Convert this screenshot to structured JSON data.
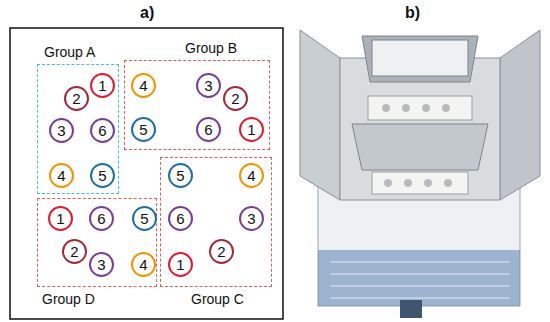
{
  "diagram": {
    "nodes": [
      {
        "text": [
          "Group A"
        ]
      },
      {
        "text": [
          "1"
        ],
        "in": 0
      },
      {
        "text": [
          "2"
        ],
        "in": 0
      },
      {
        "text": [
          "3"
        ],
        "in": 0
      },
      {
        "text": [
          "6"
        ],
        "in": 0
      },
      {
        "text": [
          "4"
        ],
        "in": 0
      },
      {
        "text": [
          "5"
        ],
        "in": 0
      },
      {
        "text": [
          "Group B"
        ]
      },
      {
        "text": [
          "4"
        ],
        "in": 7
      },
      {
        "text": [
          "3"
        ],
        "in": 7
      },
      {
        "text": [
          "2"
        ],
        "in": 7
      },
      {
        "text": [
          "5"
        ],
        "in": 7
      },
      {
        "text": [
          "6"
        ],
        "in": 7
      },
      {
        "text": [
          "1"
        ],
        "in": 7
      },
      {
        "text": [
          "Group C"
        ]
      },
      {
        "text": [
          "5"
        ],
        "in": 14
      },
      {
        "text": [
          "4"
        ],
        "in": 14
      },
      {
        "text": [
          "6"
        ],
        "in": 14
      },
      {
        "text": [
          "3"
        ],
        "in": 14
      },
      {
        "text": [
          "2"
        ],
        "in": 14
      },
      {
        "text": [
          "1"
        ],
        "in": 14
      },
      {
        "text": [
          "Group D"
        ]
      },
      {
        "text": [
          "1"
        ],
        "in": 21
      },
      {
        "text": [
          "6"
        ],
        "in": 21
      },
      {
        "text": [
          "5"
        ],
        "in": 21
      },
      {
        "text": [
          "2"
        ],
        "in": 21
      },
      {
        "text": [
          "3"
        ],
        "in": 21
      },
      {
        "text": [
          "4"
        ],
        "in": 21
      }
    ],
    "labels": [
      "a)",
      "b)"
    ]
  }
}
